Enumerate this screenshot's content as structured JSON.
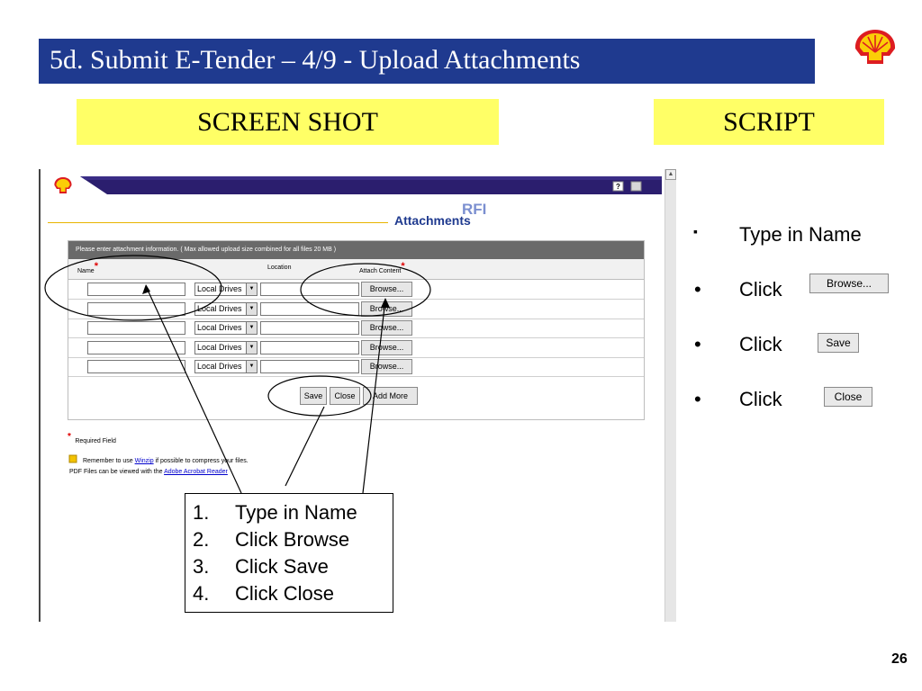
{
  "slide": {
    "title": "5d.  Submit E-Tender – 4/9  - Upload Attachments",
    "screen_shot_label": "SCREEN SHOT",
    "script_label": "SCRIPT",
    "page_number": "26"
  },
  "colors": {
    "title_bar": "#1f3a8f",
    "label_box": "#ffff66",
    "shell_red": "#dd1d21",
    "shell_yellow": "#fbce07"
  },
  "screenshot": {
    "heading": "Attachments",
    "watermark": "RFI",
    "info": "Please enter attachment information. ( Max allowed upload size combined for all files 20 MB )",
    "columns": {
      "name": "Name",
      "location": "Location",
      "attach": "Attach Content"
    },
    "required_mark": "*",
    "rows": [
      {
        "name": "",
        "source": "Local Drives",
        "location": "",
        "browse": "Browse..."
      },
      {
        "name": "",
        "source": "Local Drives",
        "location": "",
        "browse": "Browse..."
      },
      {
        "name": "",
        "source": "Local Drives",
        "location": "",
        "browse": "Browse..."
      },
      {
        "name": "",
        "source": "Local Drives",
        "location": "",
        "browse": "Browse..."
      },
      {
        "name": "",
        "source": "Local Drives",
        "location": "",
        "browse": "Browse..."
      }
    ],
    "buttons": {
      "save": "Save",
      "close": "Close",
      "add_more": "Add More"
    },
    "required_field": "Required Field",
    "remember_pre": "Remember to use ",
    "winzip": "Winzip",
    "remember_post": " if possible to compress your files.",
    "pdf_pre": "PDF Files can be viewed with the ",
    "acrobat": "Adobe Acrobat Reader"
  },
  "steps": [
    {
      "num": "1.",
      "text": "Type in Name"
    },
    {
      "num": "2.",
      "text": "Click Browse"
    },
    {
      "num": "3.",
      "text": "Click Save"
    },
    {
      "num": "4.",
      "text": "Click Close"
    }
  ],
  "script": {
    "items": [
      {
        "marker": "▪",
        "text": "Type in Name"
      },
      {
        "marker": "•",
        "text": "Click",
        "button": "Browse..."
      },
      {
        "marker": "•",
        "text": "Click",
        "button": "Save"
      },
      {
        "marker": "•",
        "text": "Click",
        "button": "Close"
      }
    ]
  }
}
